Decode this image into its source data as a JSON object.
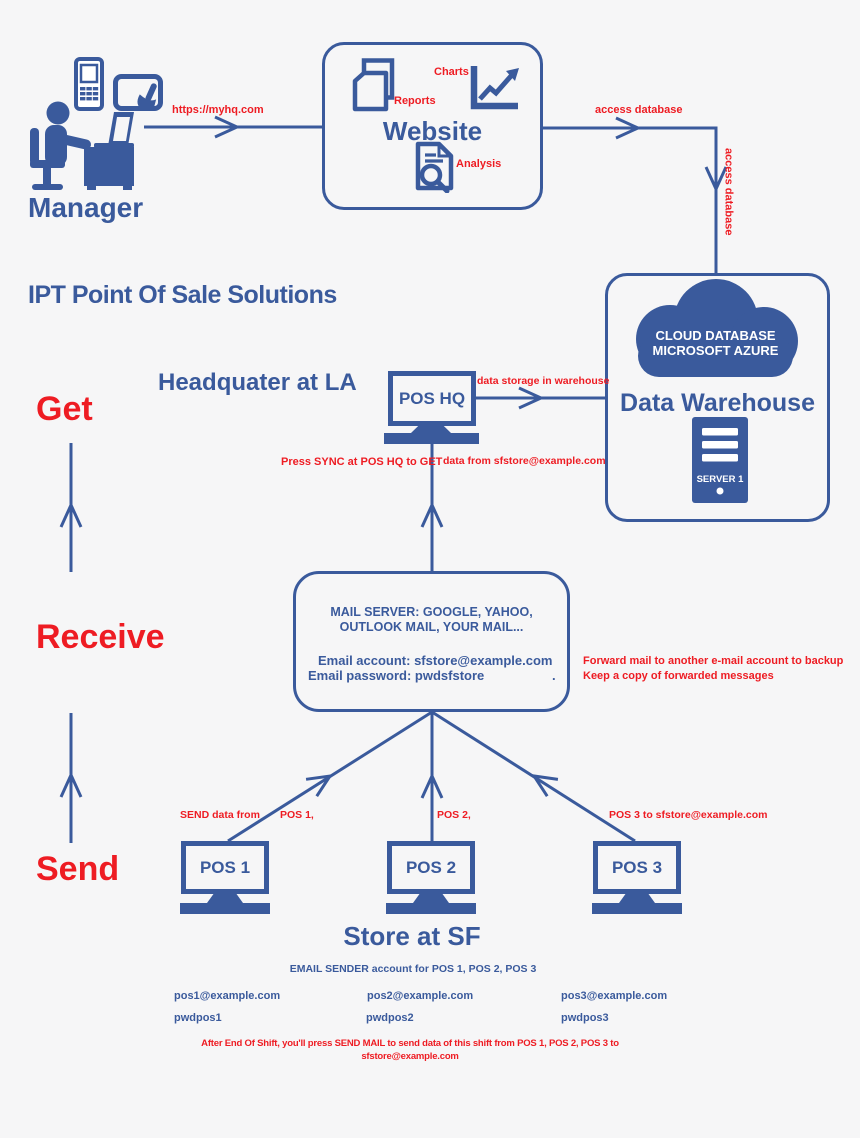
{
  "colors": {
    "blue": "#3a5a9c",
    "red": "#ee1c23",
    "background": "#f6f6f7"
  },
  "title": "IPT Point Of Sale Solutions",
  "manager": {
    "label": "Manager",
    "link_label": "https://myhq.com"
  },
  "website": {
    "title": "Website",
    "reports_label": "Reports",
    "charts_label": "Charts",
    "analysis_label": "Analysis"
  },
  "warehouse": {
    "access_database_top": "access database",
    "access_database_side": "access database",
    "cloud_line1": "CLOUD DATABASE",
    "cloud_line2": "MICROSOFT AZURE",
    "title": "Data Warehouse",
    "server_label": "SERVER 1"
  },
  "hq": {
    "title": "Headquater at LA",
    "pos_label": "POS HQ",
    "storage_label": "data storage in warehouse",
    "sync_left": "Press SYNC at POS HQ to GET",
    "sync_right": "data from sfstore@example.com"
  },
  "flow": {
    "get": "Get",
    "receive": "Receive",
    "send": "Send"
  },
  "mail_server": {
    "line1": "MAIL SERVER: GOOGLE, YAHOO,",
    "line2": "OUTLOOK MAIL, YOUR MAIL...",
    "account": "Email account: sfstore@example.com",
    "password": "Email password: pwdsfstore",
    "dot": ".",
    "note_line1": "Forward mail to another e-mail account to backup",
    "note_line2": "Keep a copy of forwarded messages"
  },
  "send_labels": {
    "prefix": "SEND data from",
    "pos1": "POS 1,",
    "pos2": "POS 2,",
    "pos3": "POS 3 to sfstore@example.com"
  },
  "store": {
    "pos1": "POS 1",
    "pos2": "POS 2",
    "pos3": "POS 3",
    "title": "Store at SF",
    "email_header": "EMAIL SENDER account for POS 1, POS 2, POS 3",
    "accounts": [
      {
        "email": "pos1@example.com",
        "password": "pwdpos1"
      },
      {
        "email": "pos2@example.com",
        "password": "pwdpos2"
      },
      {
        "email": "pos3@example.com",
        "password": "pwdpos3"
      }
    ],
    "footer_line1": "After End Of Shift, you'll press SEND MAIL to send data of this shift from POS 1, POS 2, POS 3 to",
    "footer_line2": "sfstore@example.com"
  },
  "icons": {
    "phone": "mobile-phone-icon",
    "tablet": "tablet-touch-icon",
    "manager": "manager-at-desk-icon",
    "reports": "documents-icon",
    "charts": "line-chart-icon",
    "analysis": "document-analysis-icon",
    "cloud": "cloud-icon",
    "server": "server-icon",
    "monitor": "pos-monitor-icon"
  }
}
